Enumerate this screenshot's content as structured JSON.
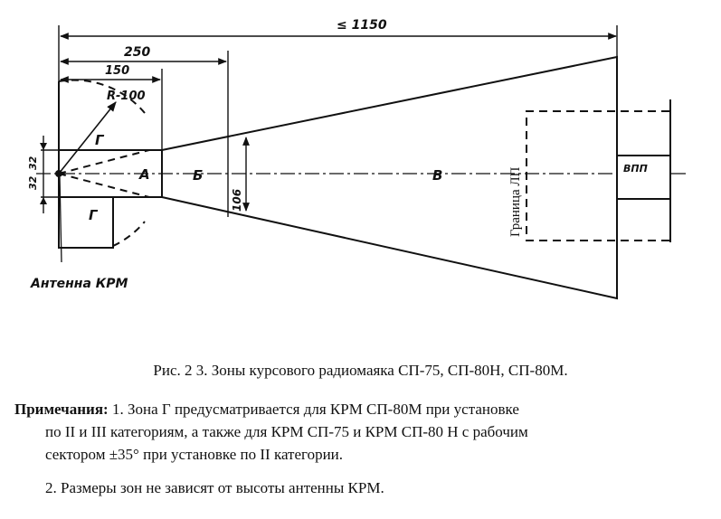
{
  "diagram": {
    "dim_total": "≤ 1150",
    "dim_250": "250",
    "dim_150": "150",
    "radius_label": "R-100",
    "dim_32a": "32",
    "dim_32b": "32",
    "dim_106": "106",
    "zone_a": "А",
    "zone_b": "Б",
    "zone_v": "В",
    "zone_g_top": "Г",
    "zone_g_bottom": "Г",
    "runway_edge": "Граница ЛП",
    "vpp": "ВПП",
    "antenna_label": "Антенна КРМ"
  },
  "caption": "Рис. 2 3. Зоны курсового радиомаяка СП-75, СП-80Н, СП-80М.",
  "notes": {
    "label": "Примечания:",
    "note1_line1": " 1. Зона Г предусматривается для КРМ СП-80М при установке",
    "note1_line2": "по II и III категориям, а также для КРМ СП-75 и КРМ СП-80 Н с рабочим",
    "note1_line3": "сектором ±35° при установке по II категории.",
    "note2": "2. Размеры зон не зависят от высоты антенны КРМ."
  }
}
